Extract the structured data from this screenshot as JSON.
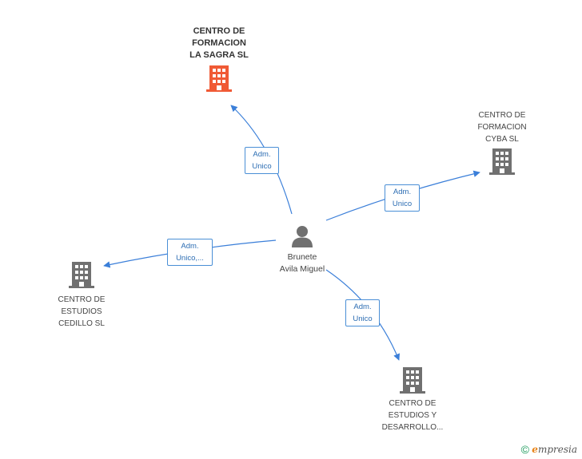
{
  "colors": {
    "edge": "#3b7fd9",
    "main_company": "#f05a35",
    "company": "#707070",
    "person": "#707070"
  },
  "person": {
    "name": "Brunete\nAvila Miguel",
    "icon": "person-icon"
  },
  "companies": [
    {
      "id": "sagra",
      "name": "CENTRO DE\nFORMACION\nLA SAGRA SL",
      "main": true,
      "icon": "building-icon"
    },
    {
      "id": "cyba",
      "name": "CENTRO DE\nFORMACION\nCYBA SL",
      "main": false,
      "icon": "building-icon"
    },
    {
      "id": "cedillo",
      "name": "CENTRO DE\nESTUDIOS\nCEDILLO SL",
      "main": false,
      "icon": "building-icon"
    },
    {
      "id": "desarrollo",
      "name": "CENTRO DE\nESTUDIOS Y\nDESARROLLO...",
      "main": false,
      "icon": "building-icon"
    }
  ],
  "relations": [
    {
      "to": "sagra",
      "label": "Adm.\nUnico"
    },
    {
      "to": "cyba",
      "label": "Adm.\nUnico"
    },
    {
      "to": "cedillo",
      "label": "Adm.\nUnico,..."
    },
    {
      "to": "desarrollo",
      "label": "Adm.\nUnico"
    }
  ],
  "footer": {
    "copyright": "©",
    "brand_initial": "e",
    "brand_rest": "mpresia"
  }
}
